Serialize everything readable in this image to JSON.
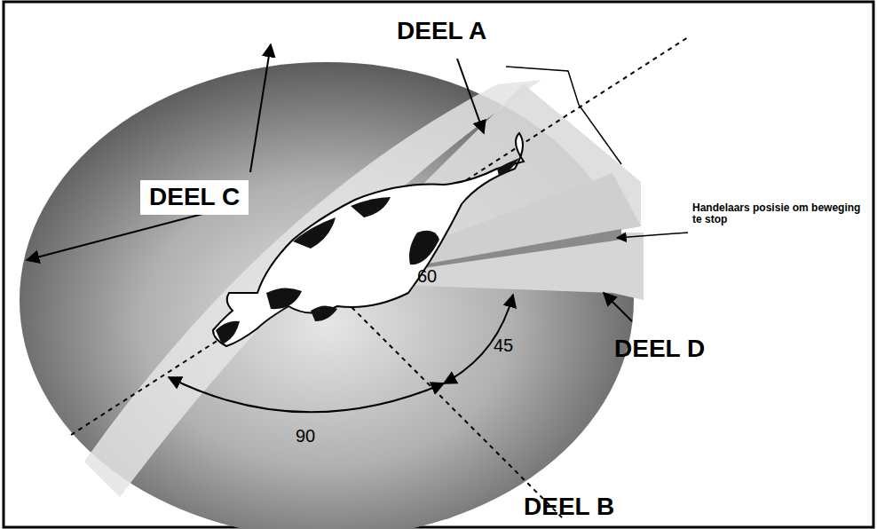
{
  "diagram": {
    "labels": [
      "DEEL A",
      "DEEL C",
      "Handelaars posisie om beweging te stop",
      "60",
      "45",
      "90",
      "DEEL D",
      "DEEL B"
    ]
  }
}
